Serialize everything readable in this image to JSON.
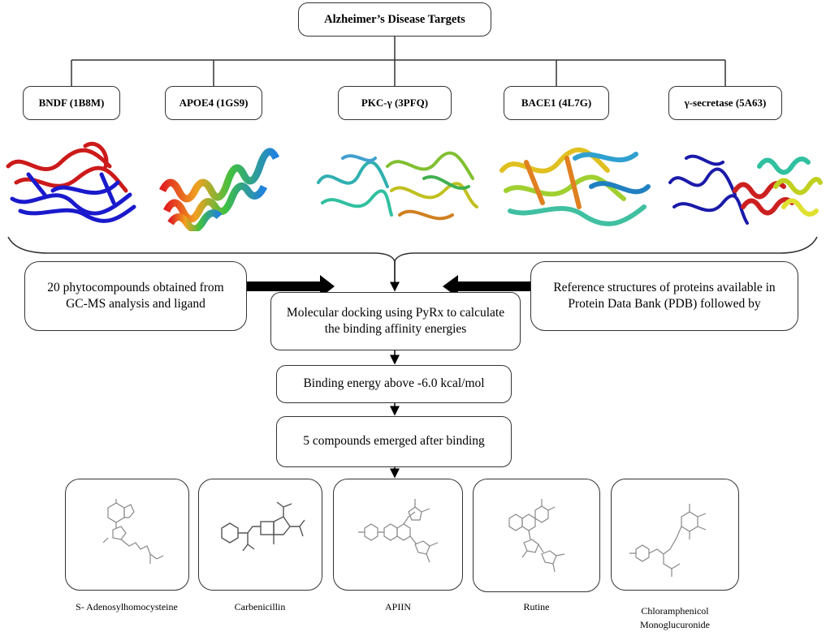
{
  "title": "Alzheimer’s Disease Targets",
  "targets": [
    {
      "label": "BNDF (1B8M)"
    },
    {
      "label": "APOE4 (1GS9)"
    },
    {
      "label": "PKC-γ (3PFQ)"
    },
    {
      "label": "BACE1 (4L7G)"
    },
    {
      "label": "γ-secretase (5A63)"
    }
  ],
  "left_box": "20 phytocompounds obtained from GC-MS analysis and ligand",
  "right_box": "Reference structures of proteins available in Protein Data Bank (PDB) followed by",
  "steps": {
    "docking": "Molecular docking using PyRx to calculate the binding affinity energies",
    "energy": "Binding energy above -6.0 kcal/mol",
    "emerged": "5 compounds emerged after binding"
  },
  "compounds": [
    {
      "name": "S- Adenosylhomocysteine"
    },
    {
      "name": "Carbenicillin"
    },
    {
      "name": "APIIN"
    },
    {
      "name": "Rutine"
    },
    {
      "name": "Chloramphenicol Monoglucuronide"
    }
  ],
  "colors": {
    "line": "#333333",
    "arrow": "#000000",
    "structure": "#888888"
  }
}
